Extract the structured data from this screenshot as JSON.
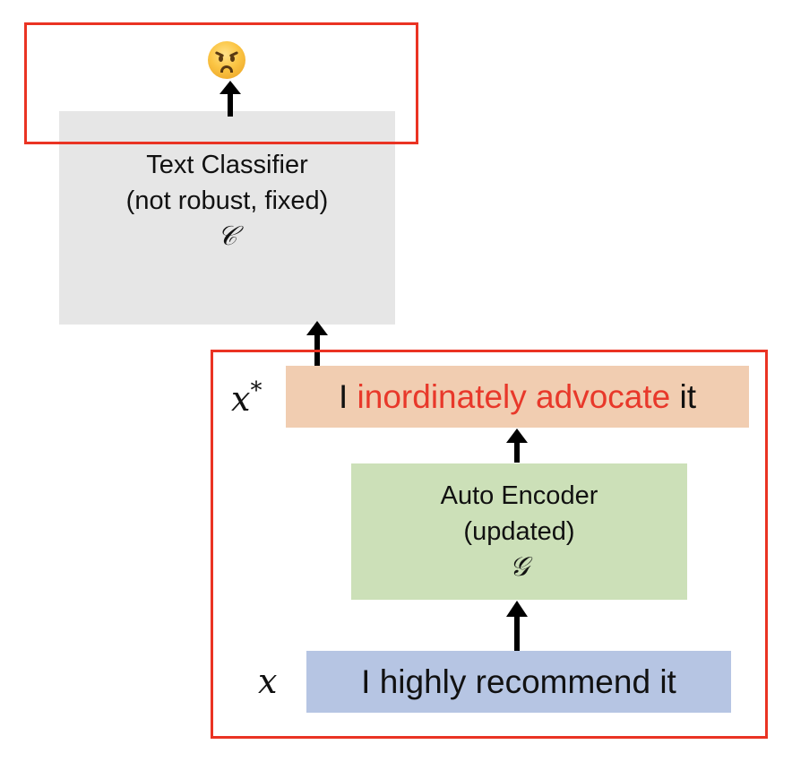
{
  "output": {
    "emoji_icon": "angry-face",
    "emoji_glyph": "😠"
  },
  "classifier": {
    "title": "Text Classifier",
    "subtitle": "(not robust, fixed)",
    "symbol": "𝒞"
  },
  "adversarial": {
    "label": "x",
    "label_superscript": "*",
    "sentence_parts": [
      {
        "text": "I ",
        "highlight": false
      },
      {
        "text": "inordinately advocate",
        "highlight": true
      },
      {
        "text": " it",
        "highlight": false
      }
    ]
  },
  "autoencoder": {
    "title": "Auto Encoder",
    "subtitle": "(updated)",
    "symbol": "𝒢"
  },
  "input": {
    "label": "x",
    "sentence": "I highly recommend it"
  },
  "colors": {
    "highlight_box": "#EA3323",
    "adversarial_word": "#E8382A",
    "classifier_bg": "#E6E6E6",
    "autoencoder_bg": "#CCE0B8",
    "adversarial_bg": "#F1CDB1",
    "input_bg": "#B6C5E3"
  }
}
